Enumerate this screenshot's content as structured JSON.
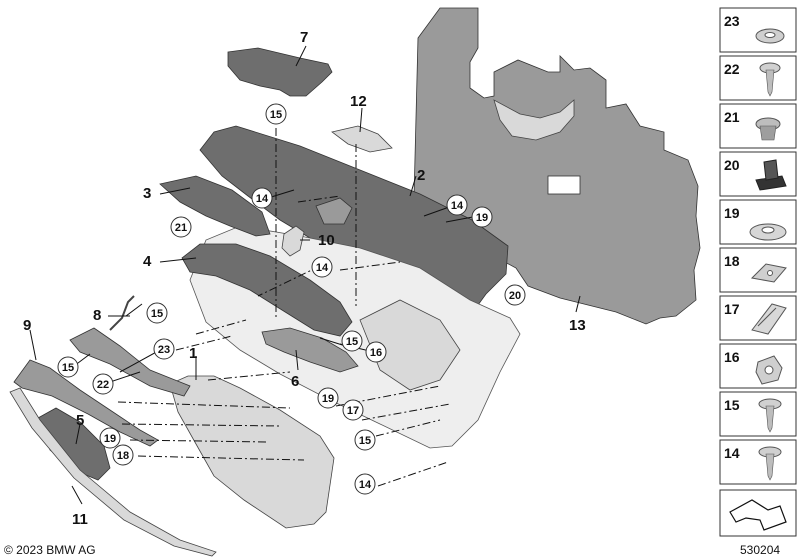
{
  "callouts": {
    "c1": "1",
    "c2": "2",
    "c3": "3",
    "c4": "4",
    "c5": "5",
    "c6": "6",
    "c7": "7",
    "c8": "8",
    "c9": "9",
    "c10": "10",
    "c11": "11",
    "c12": "12",
    "c13": "13"
  },
  "circled": {
    "c15_top": "15",
    "c14_a": "14",
    "c21": "21",
    "c14_b": "14",
    "c19_a": "19",
    "c14_c": "14",
    "c20": "20",
    "c15_b": "15",
    "c23": "23",
    "c15_c": "15",
    "c22": "22",
    "c15_d": "15",
    "c16": "16",
    "c19_b": "19",
    "c17": "17",
    "c19_c": "19",
    "c18": "18",
    "c15_e": "15",
    "c14_d": "14"
  },
  "sidebar": {
    "items": [
      {
        "label": "23"
      },
      {
        "label": "22"
      },
      {
        "label": "21"
      },
      {
        "label": "20"
      },
      {
        "label": "19"
      },
      {
        "label": "18"
      },
      {
        "label": "17"
      },
      {
        "label": "16"
      },
      {
        "label": "15"
      },
      {
        "label": "14"
      }
    ]
  },
  "footer": {
    "copyright": "© 2023 BMW AG",
    "diagram_number": "530204"
  }
}
